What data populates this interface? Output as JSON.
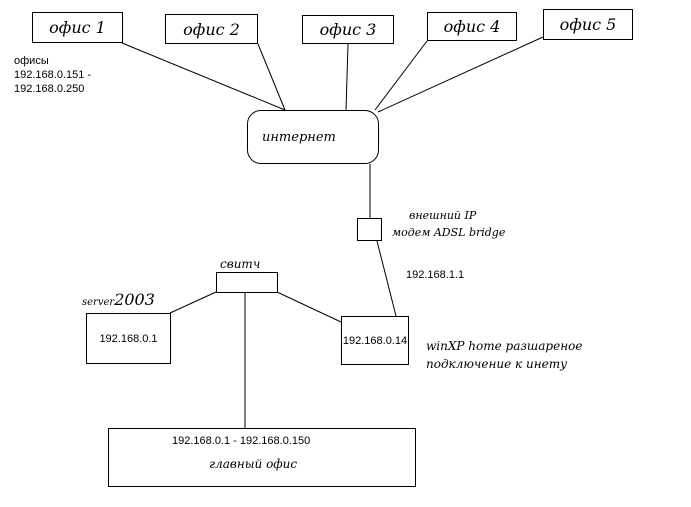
{
  "offices": [
    {
      "label": "офис 1"
    },
    {
      "label": "офис  2"
    },
    {
      "label": "офис  3"
    },
    {
      "label": "офис 4"
    },
    {
      "label": "офис   5"
    }
  ],
  "offices_note": {
    "line1": "офисы",
    "line2": "192.168.0.151 -",
    "line3": "192.168.0.250"
  },
  "internet": {
    "label": "интернет"
  },
  "modem": {
    "line1": "внешний IP",
    "line2": "модем ADSL bridge",
    "ip": "192.168.1.1"
  },
  "switch": {
    "label": "свитч"
  },
  "server": {
    "name_small": "server",
    "name_big": "2003",
    "ip": "192.168.0.1"
  },
  "winxp": {
    "ip": "192.168.0.14",
    "note_line1": "winXP home разшареное",
    "note_line2": "подключение к инету"
  },
  "main_office": {
    "range": "192.168.0.1 - 192.168.0.150",
    "label": "главный офис"
  }
}
